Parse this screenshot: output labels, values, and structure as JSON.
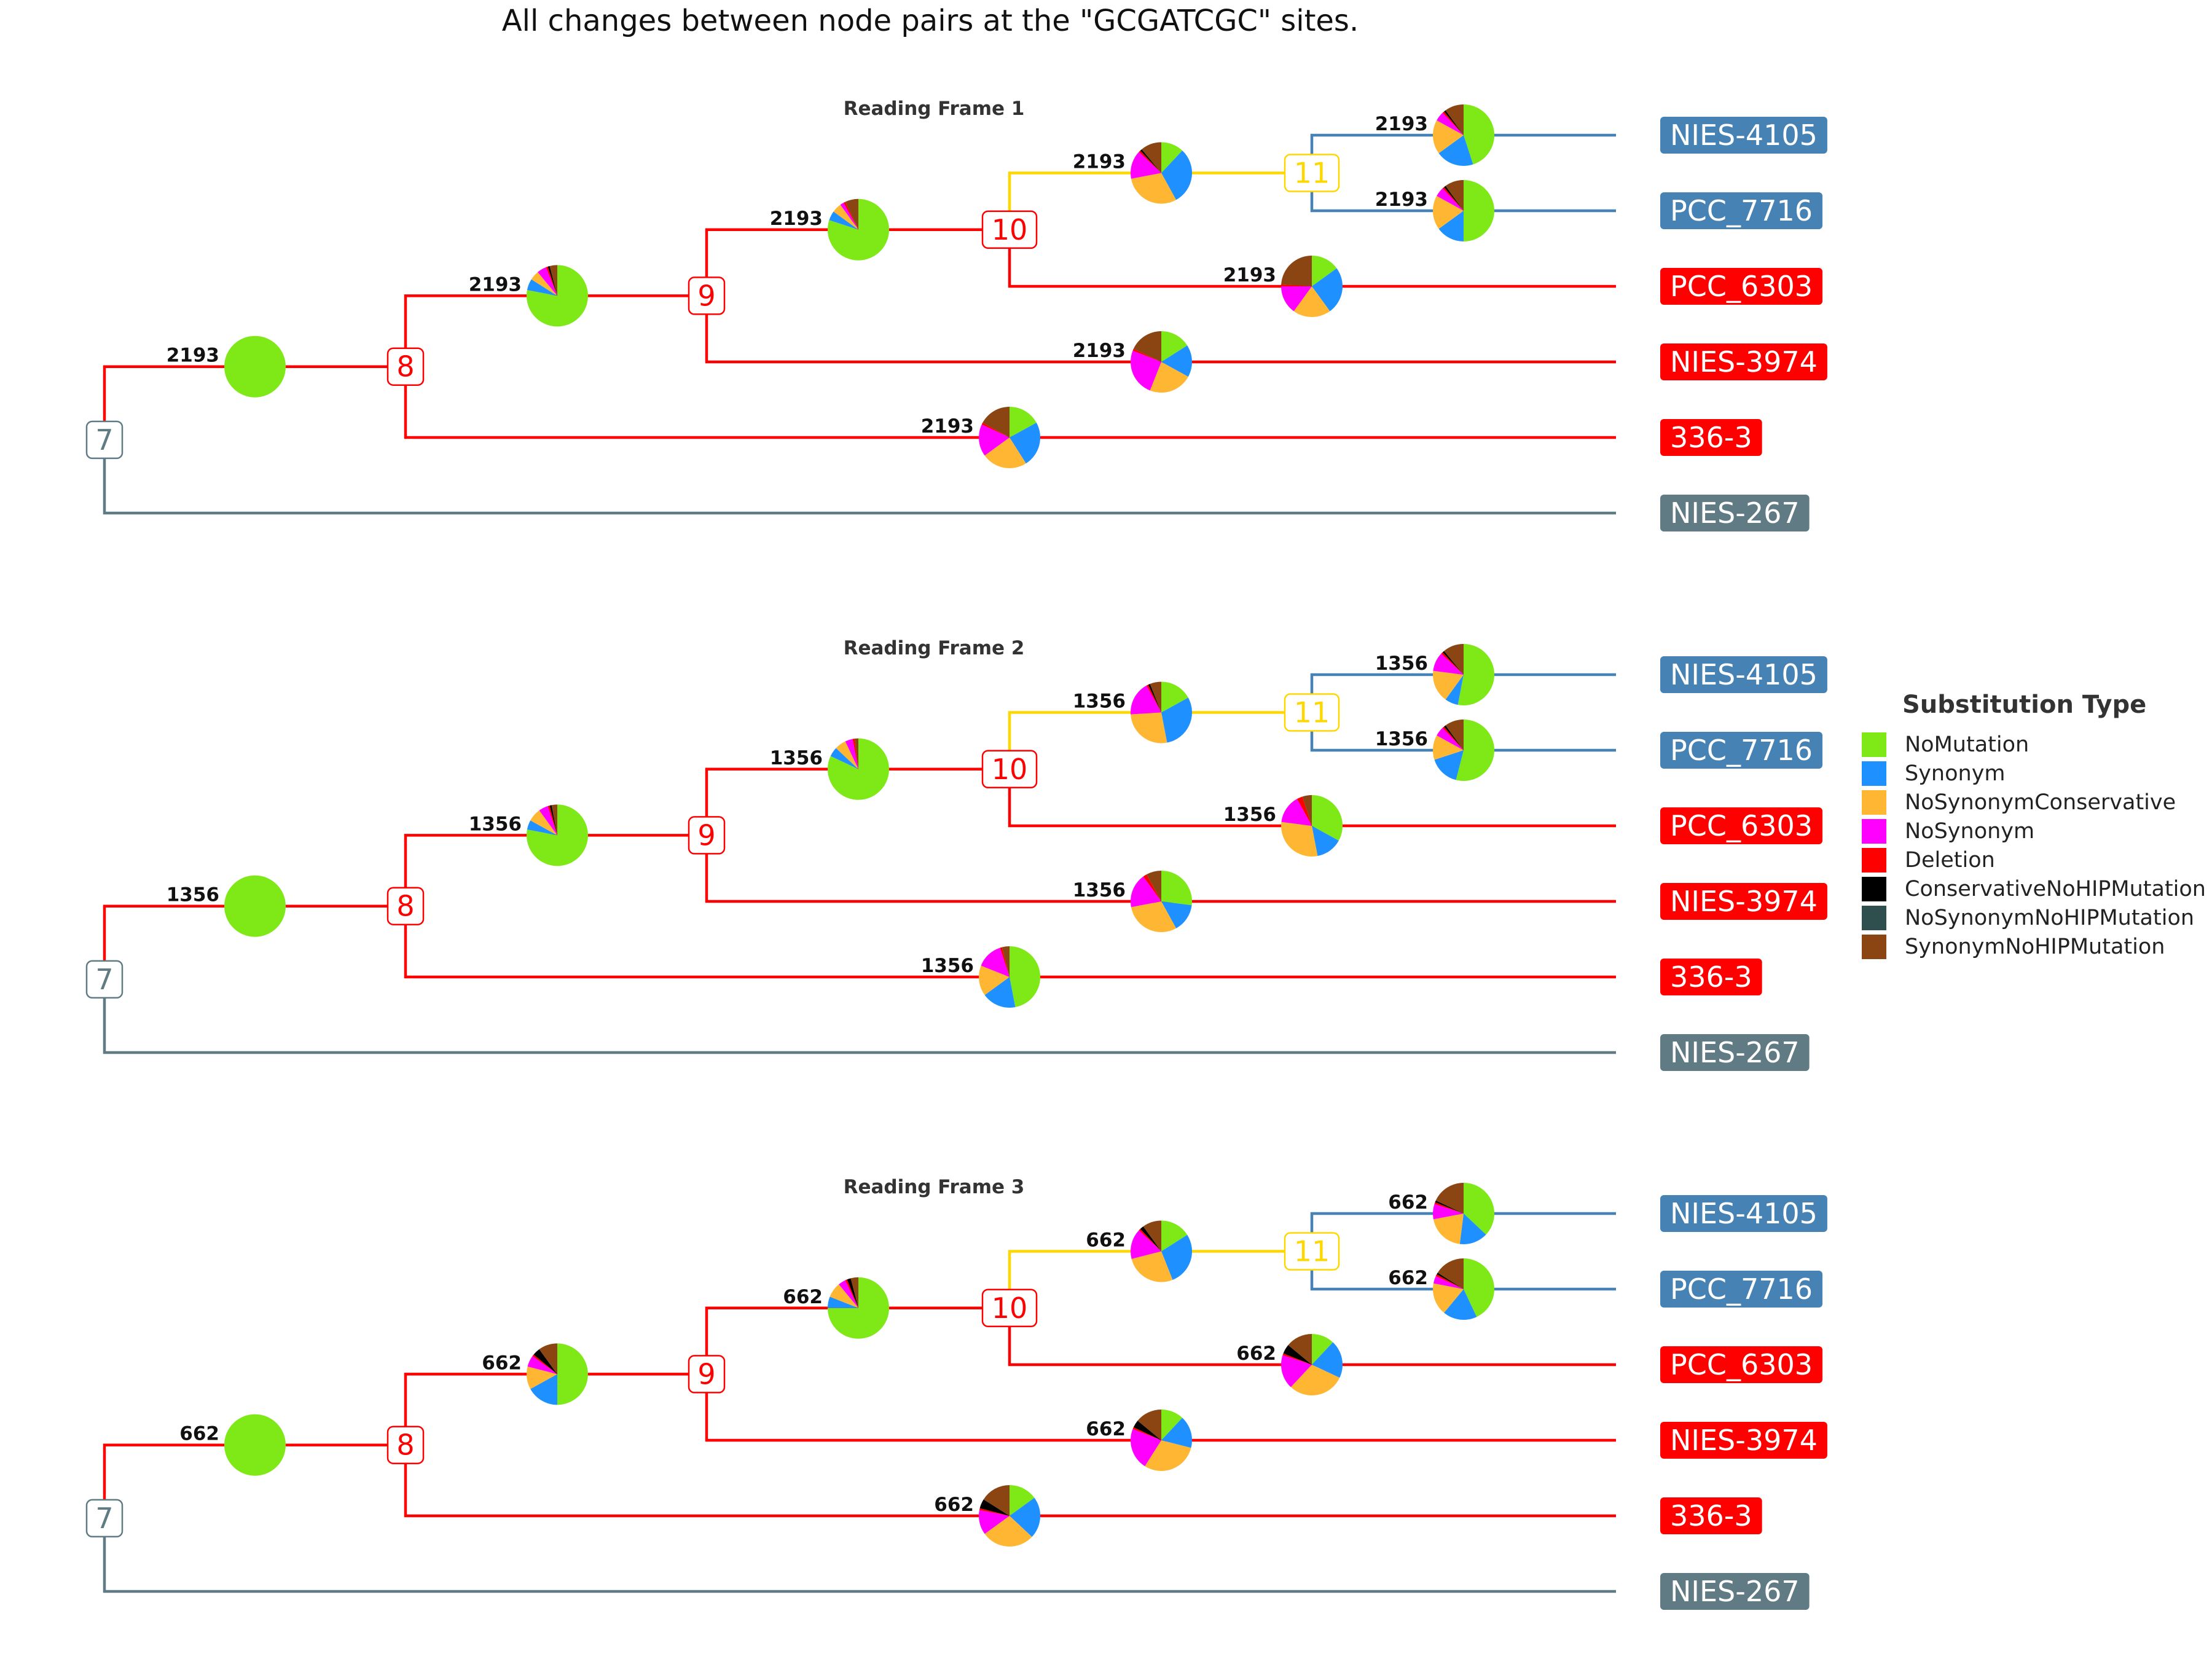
{
  "title": "All changes between node pairs at the \"GCGATCGC\" sites.",
  "colors": {
    "clade_red": "#ff0000",
    "clade_blue": "#4682b4",
    "clade_gray": "#607b84",
    "clade_yellow": "#ffd700"
  },
  "legend": {
    "title": "Substitution Type",
    "items": [
      {
        "label": "NoMutation",
        "color": "#7fe817"
      },
      {
        "label": "Synonym",
        "color": "#1e90ff"
      },
      {
        "label": "NoSynonymConservative",
        "color": "#ffb733"
      },
      {
        "label": "NoSynonym",
        "color": "#ff00ff"
      },
      {
        "label": "Deletion",
        "color": "#ff0000"
      },
      {
        "label": "ConservativeNoHIPMutation",
        "color": "#000000"
      },
      {
        "label": "NoSynonymNoHIPMutation",
        "color": "#2f4f4f"
      },
      {
        "label": "SynonymNoHIPMutation",
        "color": "#8b4513"
      }
    ]
  },
  "panels": [
    {
      "title": "Reading Frame 1",
      "tips": [
        "NIES-4105",
        "PCC_7716",
        "PCC_6303",
        "NIES-3974",
        "336-3",
        "NIES-267"
      ],
      "nodes": [
        "7",
        "8",
        "9",
        "10",
        "11"
      ],
      "pies": [
        {
          "branch": "7-8",
          "count": "2193",
          "fractions": [
            1.0,
            0,
            0,
            0,
            0,
            0,
            0,
            0
          ]
        },
        {
          "branch": "8-9",
          "count": "2193",
          "fractions": [
            0.78,
            0.06,
            0.05,
            0.05,
            0.01,
            0.01,
            0.0,
            0.04
          ]
        },
        {
          "branch": "9-10",
          "count": "2193",
          "fractions": [
            0.8,
            0.05,
            0.05,
            0.02,
            0.01,
            0.0,
            0.0,
            0.07
          ]
        },
        {
          "branch": "10-11",
          "count": "2193",
          "fractions": [
            0.12,
            0.3,
            0.3,
            0.15,
            0.01,
            0.01,
            0.0,
            0.11
          ]
        },
        {
          "branch": "11-NIES-4105",
          "count": "2193",
          "fractions": [
            0.45,
            0.2,
            0.18,
            0.05,
            0.01,
            0.01,
            0.0,
            0.1
          ]
        },
        {
          "branch": "11-PCC_7716",
          "count": "2193",
          "fractions": [
            0.5,
            0.15,
            0.18,
            0.05,
            0.01,
            0.01,
            0.0,
            0.1
          ]
        },
        {
          "branch": "10-PCC_6303",
          "count": "2193",
          "fractions": [
            0.15,
            0.25,
            0.2,
            0.15,
            0.01,
            0.0,
            0.0,
            0.24
          ]
        },
        {
          "branch": "9-NIES-3974",
          "count": "2193",
          "fractions": [
            0.16,
            0.17,
            0.23,
            0.25,
            0.01,
            0.0,
            0.0,
            0.18
          ]
        },
        {
          "branch": "8-336-3",
          "count": "2193",
          "fractions": [
            0.17,
            0.24,
            0.24,
            0.17,
            0.01,
            0.0,
            0.0,
            0.17
          ]
        }
      ]
    },
    {
      "title": "Reading Frame 2",
      "tips": [
        "NIES-4105",
        "PCC_7716",
        "PCC_6303",
        "NIES-3974",
        "336-3",
        "NIES-267"
      ],
      "nodes": [
        "7",
        "8",
        "9",
        "10",
        "11"
      ],
      "pies": [
        {
          "branch": "7-8",
          "count": "1356",
          "fractions": [
            1.0,
            0,
            0,
            0,
            0,
            0,
            0,
            0
          ]
        },
        {
          "branch": "8-9",
          "count": "1356",
          "fractions": [
            0.78,
            0.05,
            0.07,
            0.05,
            0.01,
            0.01,
            0.0,
            0.03
          ]
        },
        {
          "branch": "9-10",
          "count": "1356",
          "fractions": [
            0.82,
            0.05,
            0.06,
            0.04,
            0.01,
            0.0,
            0.0,
            0.02
          ]
        },
        {
          "branch": "10-11",
          "count": "1356",
          "fractions": [
            0.17,
            0.3,
            0.27,
            0.18,
            0.01,
            0.01,
            0.0,
            0.06
          ]
        },
        {
          "branch": "11-NIES-4105",
          "count": "1356",
          "fractions": [
            0.53,
            0.07,
            0.17,
            0.1,
            0.01,
            0.01,
            0.0,
            0.11
          ]
        },
        {
          "branch": "11-PCC_7716",
          "count": "1356",
          "fractions": [
            0.54,
            0.16,
            0.13,
            0.05,
            0.01,
            0.01,
            0.0,
            0.1
          ]
        },
        {
          "branch": "10-PCC_6303",
          "count": "1356",
          "fractions": [
            0.33,
            0.14,
            0.3,
            0.15,
            0.03,
            0.0,
            0.0,
            0.05
          ]
        },
        {
          "branch": "9-NIES-3974",
          "count": "1356",
          "fractions": [
            0.27,
            0.15,
            0.3,
            0.18,
            0.02,
            0.0,
            0.0,
            0.08
          ]
        },
        {
          "branch": "8-336-3",
          "count": "1356",
          "fractions": [
            0.47,
            0.18,
            0.16,
            0.14,
            0.01,
            0.0,
            0.0,
            0.04
          ]
        }
      ]
    },
    {
      "title": "Reading Frame 3",
      "tips": [
        "NIES-4105",
        "PCC_7716",
        "PCC_6303",
        "NIES-3974",
        "336-3",
        "NIES-267"
      ],
      "nodes": [
        "7",
        "8",
        "9",
        "10",
        "11"
      ],
      "pies": [
        {
          "branch": "7-8",
          "count": "662",
          "fractions": [
            1.0,
            0,
            0,
            0,
            0,
            0,
            0,
            0
          ]
        },
        {
          "branch": "8-9",
          "count": "662",
          "fractions": [
            0.5,
            0.17,
            0.12,
            0.06,
            0.01,
            0.04,
            0.0,
            0.1
          ]
        },
        {
          "branch": "9-10",
          "count": "662",
          "fractions": [
            0.75,
            0.06,
            0.08,
            0.04,
            0.01,
            0.02,
            0.0,
            0.04
          ]
        },
        {
          "branch": "10-11",
          "count": "662",
          "fractions": [
            0.16,
            0.28,
            0.27,
            0.16,
            0.01,
            0.02,
            0.0,
            0.1
          ]
        },
        {
          "branch": "11-NIES-4105",
          "count": "662",
          "fractions": [
            0.37,
            0.15,
            0.2,
            0.08,
            0.01,
            0.01,
            0.0,
            0.18
          ]
        },
        {
          "branch": "11-PCC_7716",
          "count": "662",
          "fractions": [
            0.43,
            0.18,
            0.17,
            0.04,
            0.01,
            0.01,
            0.0,
            0.16
          ]
        },
        {
          "branch": "10-PCC_6303",
          "count": "662",
          "fractions": [
            0.12,
            0.2,
            0.3,
            0.18,
            0.01,
            0.05,
            0.0,
            0.14
          ]
        },
        {
          "branch": "9-NIES-3974",
          "count": "662",
          "fractions": [
            0.12,
            0.17,
            0.3,
            0.22,
            0.01,
            0.04,
            0.0,
            0.14
          ]
        },
        {
          "branch": "8-336-3",
          "count": "662",
          "fractions": [
            0.15,
            0.22,
            0.28,
            0.13,
            0.01,
            0.05,
            0.0,
            0.16
          ]
        }
      ]
    }
  ]
}
